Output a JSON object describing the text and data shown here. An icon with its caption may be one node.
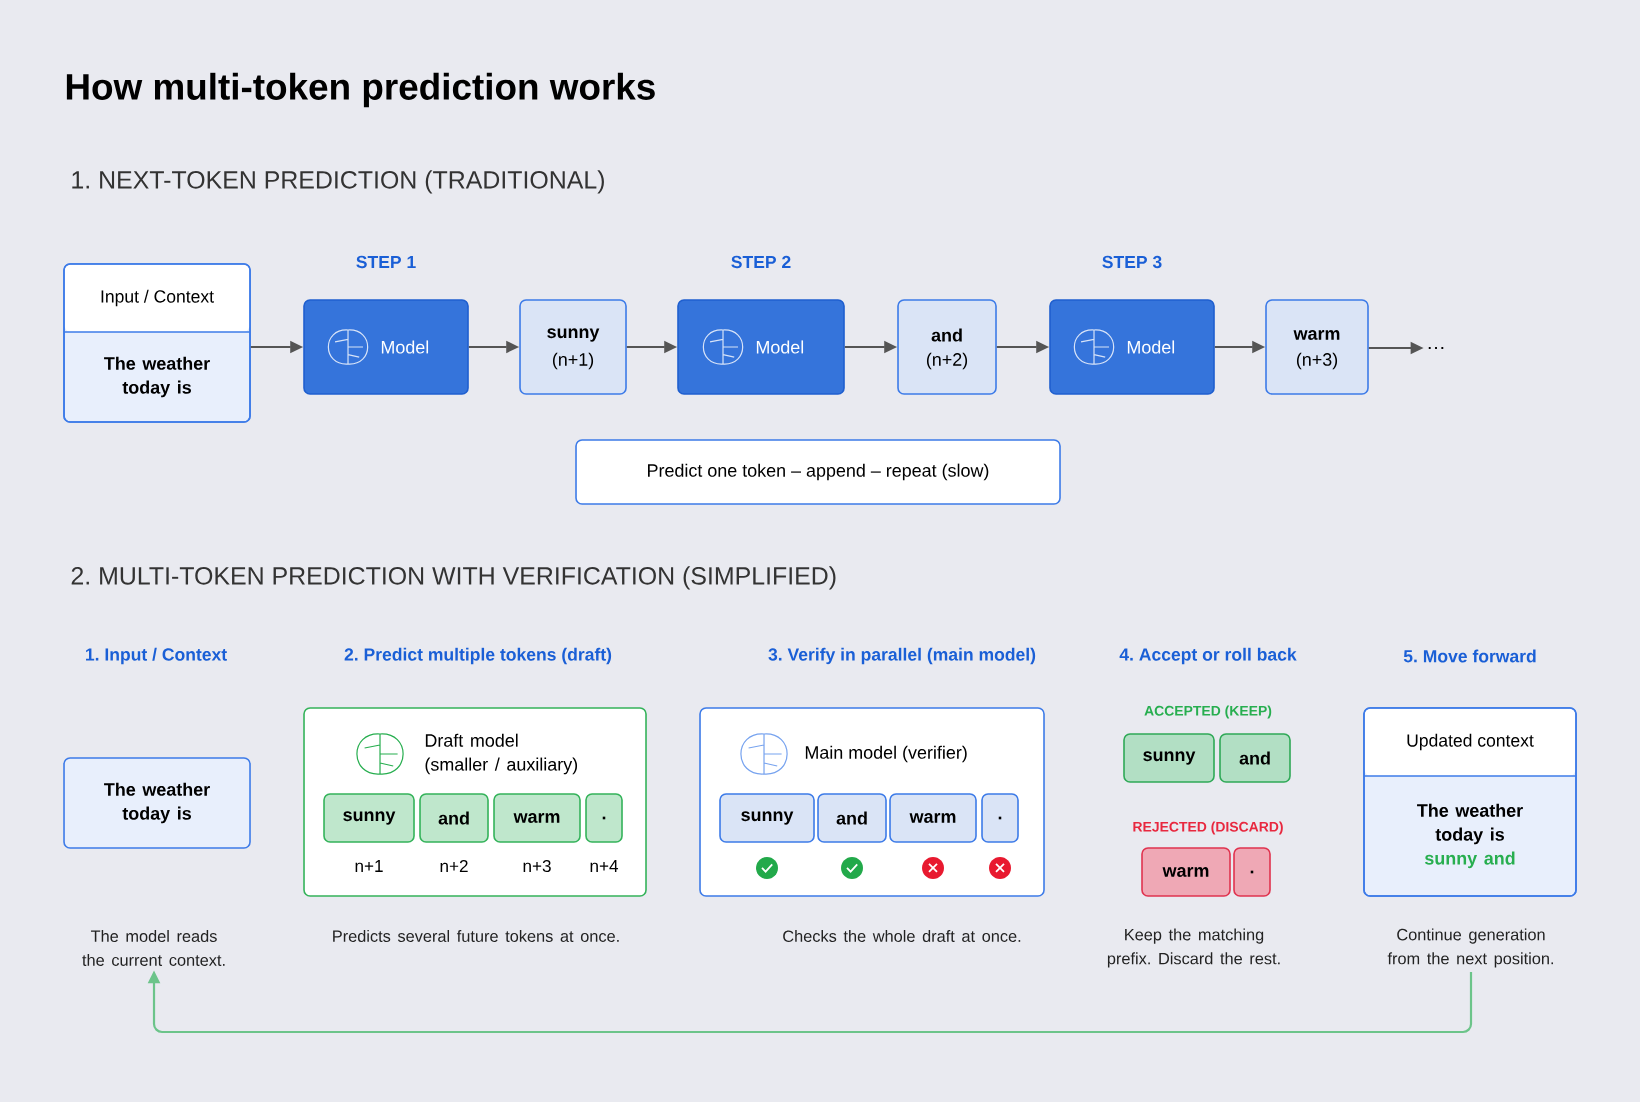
{
  "diagram": {
    "title": "How multi-token prediction works",
    "nodes": [
      {
        "text": [
          "Input / Context",
          "The weather today is"
        ]
      },
      {
        "text": [
          "Model"
        ],
        "beside": [
          "STEP 1"
        ]
      },
      {
        "text": [
          "sunny",
          "(n+1)"
        ]
      },
      {
        "text": [
          "Model"
        ],
        "beside": [
          "STEP 2"
        ]
      },
      {
        "text": [
          "and",
          "(n+2)"
        ]
      },
      {
        "text": [
          "Model"
        ],
        "beside": [
          "STEP 3"
        ]
      },
      {
        "text": [
          "warm",
          "(n+3)"
        ]
      },
      {
        "text": [
          "…"
        ]
      },
      {
        "text": [
          "Predict one token – append – repeat (slow)"
        ]
      },
      {
        "text": [
          "The model reads the current context."
        ]
      },
      {
        "text": [
          "The weather today is"
        ]
      },
      {
        "text": [
          "Draft model (smaller / auxiliary)"
        ]
      },
      {
        "text": [
          "sunny"
        ],
        "in": 11,
        "beside": [
          "n+1"
        ]
      },
      {
        "text": [
          "and"
        ],
        "in": 11,
        "beside": [
          "n+2"
        ]
      },
      {
        "text": [
          "warm"
        ],
        "in": 11,
        "beside": [
          "n+3"
        ]
      },
      {
        "text": [
          "."
        ],
        "in": 11,
        "beside": [
          "n+4"
        ]
      },
      {
        "text": [
          "Main model (verifier)"
        ]
      },
      {
        "text": [
          "sunny"
        ],
        "in": 16
      },
      {
        "text": [
          "and"
        ],
        "in": 16
      },
      {
        "text": [
          "warm"
        ],
        "in": 16
      },
      {
        "text": [
          "."
        ],
        "in": 16
      },
      {
        "text": [
          "sunny"
        ]
      },
      {
        "text": [
          "and"
        ]
      },
      {
        "text": [
          "warm"
        ]
      },
      {
        "text": [
          "."
        ]
      },
      {
        "text": [
          "Updated context",
          "The weather today is",
          "sunny and"
        ]
      },
      {
        "text": [
          "Continue generation from the next position."
        ]
      }
    ],
    "edges": [
      {
        "from": 0,
        "to": 1,
        "arrow": "to"
      },
      {
        "from": 1,
        "to": 2,
        "arrow": "to"
      },
      {
        "from": 2,
        "to": 3,
        "arrow": "to"
      },
      {
        "from": 3,
        "to": 4,
        "arrow": "to"
      },
      {
        "from": 4,
        "to": 5,
        "arrow": "to"
      },
      {
        "from": 5,
        "to": 6,
        "arrow": "to"
      },
      {
        "from": 6,
        "to": 7,
        "arrow": "to"
      },
      {
        "from": 26,
        "to": 9,
        "arrow": "to",
        "color": "#6cc48a"
      }
    ],
    "labels": [
      "1. NEXT-TOKEN PREDICTION (TRADITIONAL)",
      "2. MULTI-TOKEN PREDICTION WITH VERIFICATION (SIMPLIFIED)",
      "1. Input / Context",
      "2. Predict multiple tokens (draft)",
      "3. Verify in parallel (main model)",
      "4. Accept or roll back",
      "5. Move forward",
      "ACCEPTED (KEEP)",
      "REJECTED (DISCARD)",
      "Predicts several future tokens at once.",
      "Checks the whole draft at once.",
      "Keep the matching prefix. Discard the rest."
    ]
  }
}
